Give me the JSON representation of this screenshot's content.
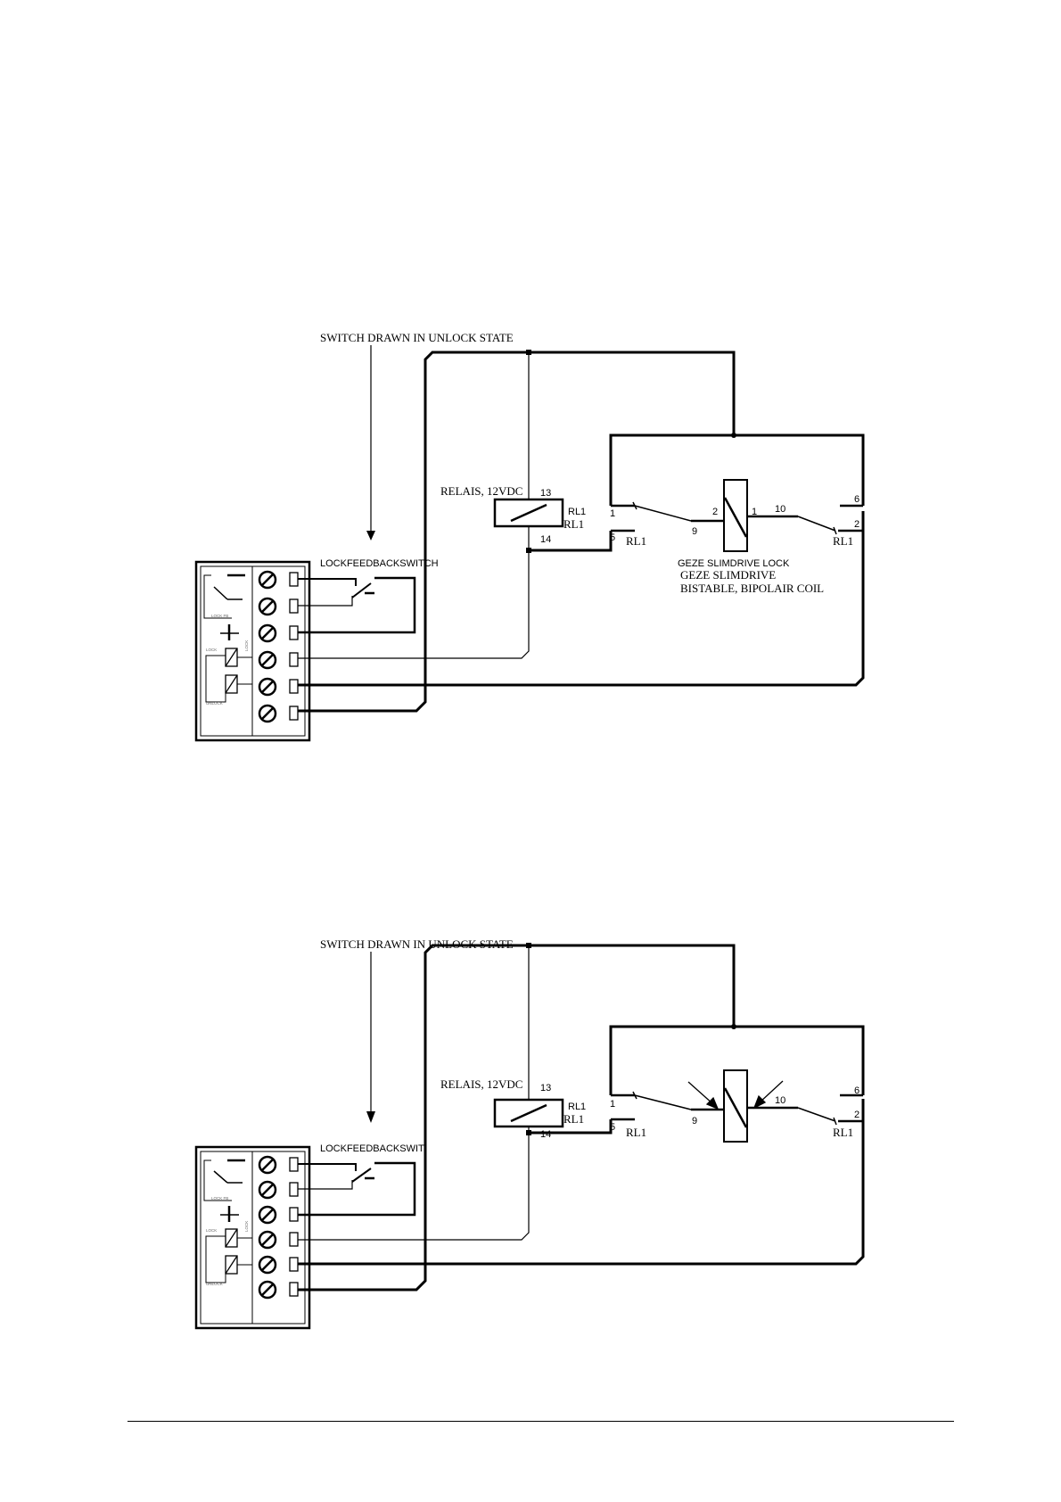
{
  "diagrams": [
    {
      "switch_note": "SWITCH DRAWN IN UNLOCK STATE",
      "lockfeedback_label": "LOCKFEEDBACKSWITCH",
      "relay_label": "RELAIS, 12VDC",
      "pin_13": "13",
      "pin_14": "14",
      "rl1_a": "RL1",
      "rl1_b": "RL1",
      "rl1_c": "RL1",
      "rl1_d": "RL1",
      "pin_1_left": "1",
      "pin_5": "5",
      "pin_9": "9",
      "pin_2_coil": "2",
      "pin_1_coil": "1",
      "pin_10": "10",
      "pin_6": "6",
      "pin_2_right": "2",
      "lock_label_1": "GEZE SLIMDRIVE LOCK",
      "lock_label_2": "GEZE SLIMDRIVE",
      "lock_label_3": "BISTABLE, BIPOLAIR COIL",
      "terminal_labels": {
        "lock_fb": "LOCK FB",
        "lock": "LOCK",
        "unlock": "UNLOCK",
        "side": "LOCK"
      }
    },
    {
      "switch_note": "SWITCH DRAWN IN UNLOCK STATE",
      "lockfeedback_label": "LOCKFEEDBACKSWIT",
      "relay_label": "RELAIS, 12VDC",
      "pin_13": "13",
      "pin_14": "14",
      "rl1_a": "RL1",
      "rl1_b": "RL1",
      "rl1_c": "RL1",
      "rl1_d": "RL1",
      "pin_1_left": "1",
      "pin_5": "5",
      "pin_9": "9",
      "pin_10": "10",
      "pin_6": "6",
      "pin_2_right": "2",
      "terminal_labels": {
        "lock_fb": "LOCK FB",
        "lock": "LOCK",
        "unlock": "UNLOCK",
        "side": "LOCK"
      }
    }
  ]
}
